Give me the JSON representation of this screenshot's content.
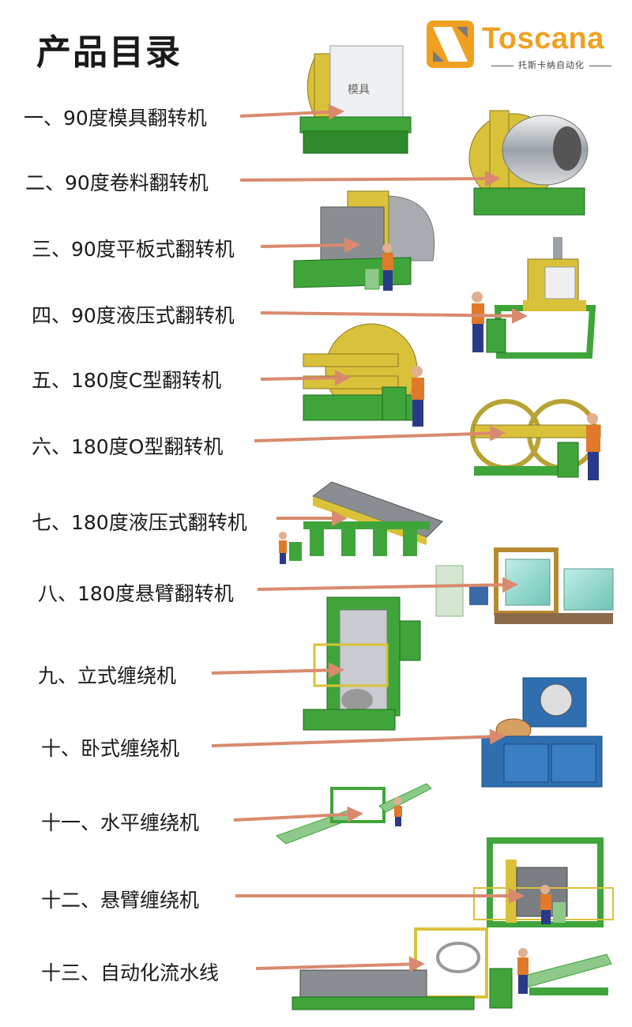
{
  "header": {
    "title": "产品目录",
    "logo_name": "Toscana",
    "logo_subtitle": "托斯卡纳自动化"
  },
  "items": [
    {
      "label": "一、90度模具翻转机"
    },
    {
      "label": "二、90度卷料翻转机"
    },
    {
      "label": "三、90度平板式翻转机"
    },
    {
      "label": "四、90度液压式翻转机"
    },
    {
      "label": "五、180度C型翻转机"
    },
    {
      "label": "六、180度O型翻转机"
    },
    {
      "label": "七、180度液压式翻转机"
    },
    {
      "label": "八、180度悬臂翻转机"
    },
    {
      "label": "九、立式缠绕机"
    },
    {
      "label": "十、卧式缠绕机"
    },
    {
      "label": "十一、水平缠绕机"
    },
    {
      "label": "十二、悬臂缠绕机"
    },
    {
      "label": "十三、自动化流水线"
    }
  ],
  "machine_image_text": "模具",
  "colors": {
    "machine_green": "#3fa53a",
    "machine_yellow": "#d9c13a",
    "arrow": "#d98a6e",
    "logo_orange": "#f0a020"
  }
}
